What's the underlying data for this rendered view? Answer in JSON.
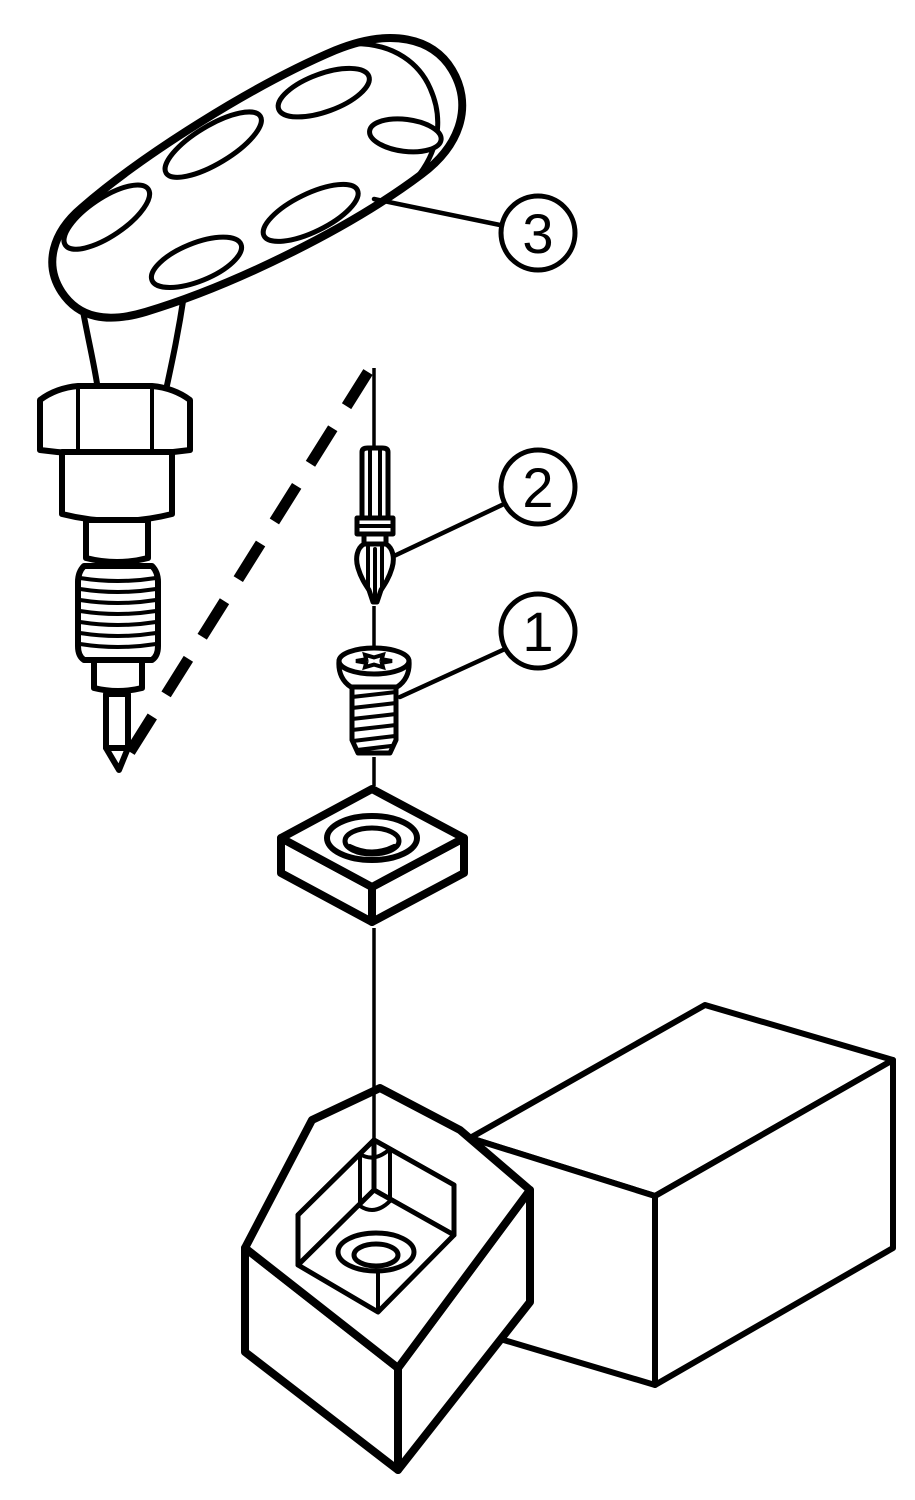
{
  "diagram": {
    "type": "exploded-assembly-line-drawing",
    "colors": {
      "line": "#000000",
      "paper": "#ffffff"
    },
    "callouts": [
      {
        "label": "3"
      },
      {
        "label": "2"
      },
      {
        "label": "1"
      }
    ]
  }
}
